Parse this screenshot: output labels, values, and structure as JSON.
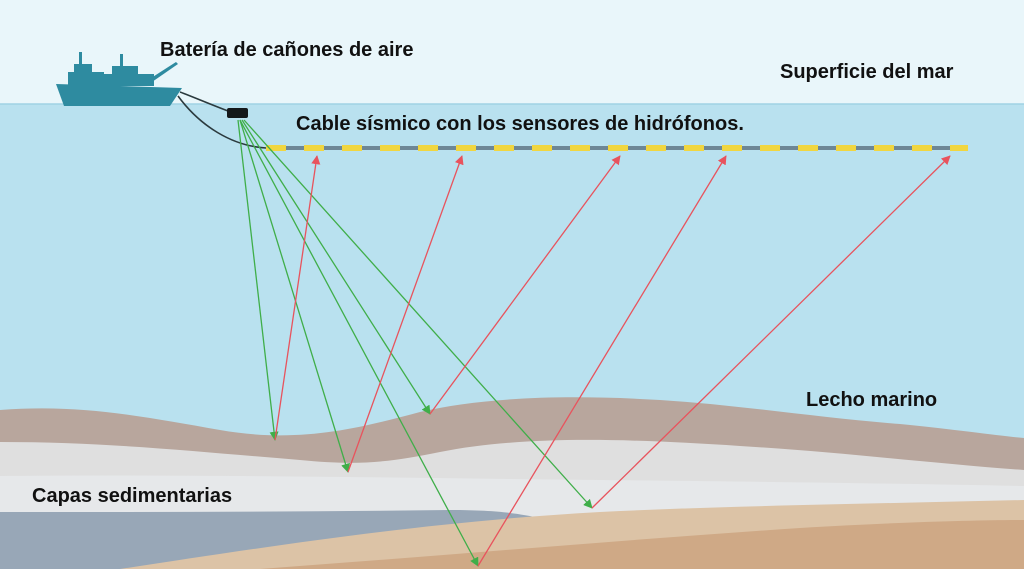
{
  "labels": {
    "air_guns": "Batería de cañones de aire",
    "sea_surface": "Superficie del mar",
    "seismic_cable": "Cable sísmico con los sensores de hidrófonos.",
    "seabed": "Lecho marino",
    "sediment_layers": "Capas sedimentarias"
  },
  "colors": {
    "sky": "#e9f6fa",
    "water": "#b9e1ef",
    "ship": "#2e8ba0",
    "cable": "#6e8796",
    "hydrophone": "#f1d640",
    "incident_ray": "#3fae49",
    "reflected_ray": "#e8535d",
    "seabed_layer": "#b8a69d",
    "sediment_light": "#dfdfdf",
    "sediment_pale": "#e6e8ea",
    "rock_gray": "#98a7b7",
    "sand_layer": "#dcc3a6",
    "deep_sand": "#cfa986"
  }
}
